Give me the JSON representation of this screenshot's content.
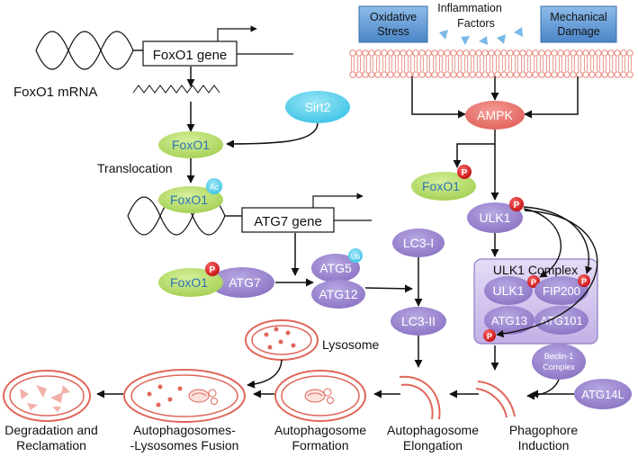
{
  "stimuli": {
    "oxidative": [
      "Oxidative",
      "Stress"
    ],
    "inflammation": [
      "Inflammation",
      "Factors"
    ],
    "mechanical": [
      "Mechanical",
      "Damage"
    ]
  },
  "nodes": {
    "foxo1_gene": "FoxO1 gene",
    "foxo1_mrna": "FoxO1 mRNA",
    "sirt2": "Sirt2",
    "foxo1": "FoxO1",
    "translocation": "Translocation",
    "ac": "Ac",
    "atg7_gene": "ATG7 gene",
    "ampk": "AMPK",
    "foxo1_p": "FoxO1",
    "ulk1": "ULK1",
    "atg7": "ATG7",
    "atg5": "ATG5",
    "ub": "Ub",
    "atg12": "ATG12",
    "lc3_1": "LC3-I",
    "lc3_2": "LC3-II",
    "p": "P",
    "ulk1_complex_title": "ULK1 Complex",
    "complex_ulk1": "ULK1",
    "fip200": "FIP200",
    "atg13": "ATG13",
    "atg101": "ATG101",
    "beclin": [
      "Beclin-1",
      "Complex"
    ],
    "atg14l": "ATG14L",
    "lysosome": "Lysosome"
  },
  "stages": {
    "degradation": [
      "Degradation and",
      "Reclamation"
    ],
    "fusion": [
      "Autophagosomes-",
      "-Lysosomes Fusion"
    ],
    "formation": [
      "Autophagosome",
      "Formation"
    ],
    "elongation": [
      "Autophagosome",
      "Elongation"
    ],
    "induction": [
      "Phagophore",
      "Induction"
    ]
  },
  "colors": {
    "stimulus_box": "#5b9bd5",
    "membrane": "#e8847a",
    "ampk": "#e8706a",
    "sirt2": "#5fd3ef",
    "foxo1": "#b8dc6a",
    "foxo1_text": "#2e74b5",
    "purple": "#9b86cf",
    "complex_bg": "#d8ccee",
    "phospho": "#d41515",
    "vesicle": "#e0665a"
  }
}
